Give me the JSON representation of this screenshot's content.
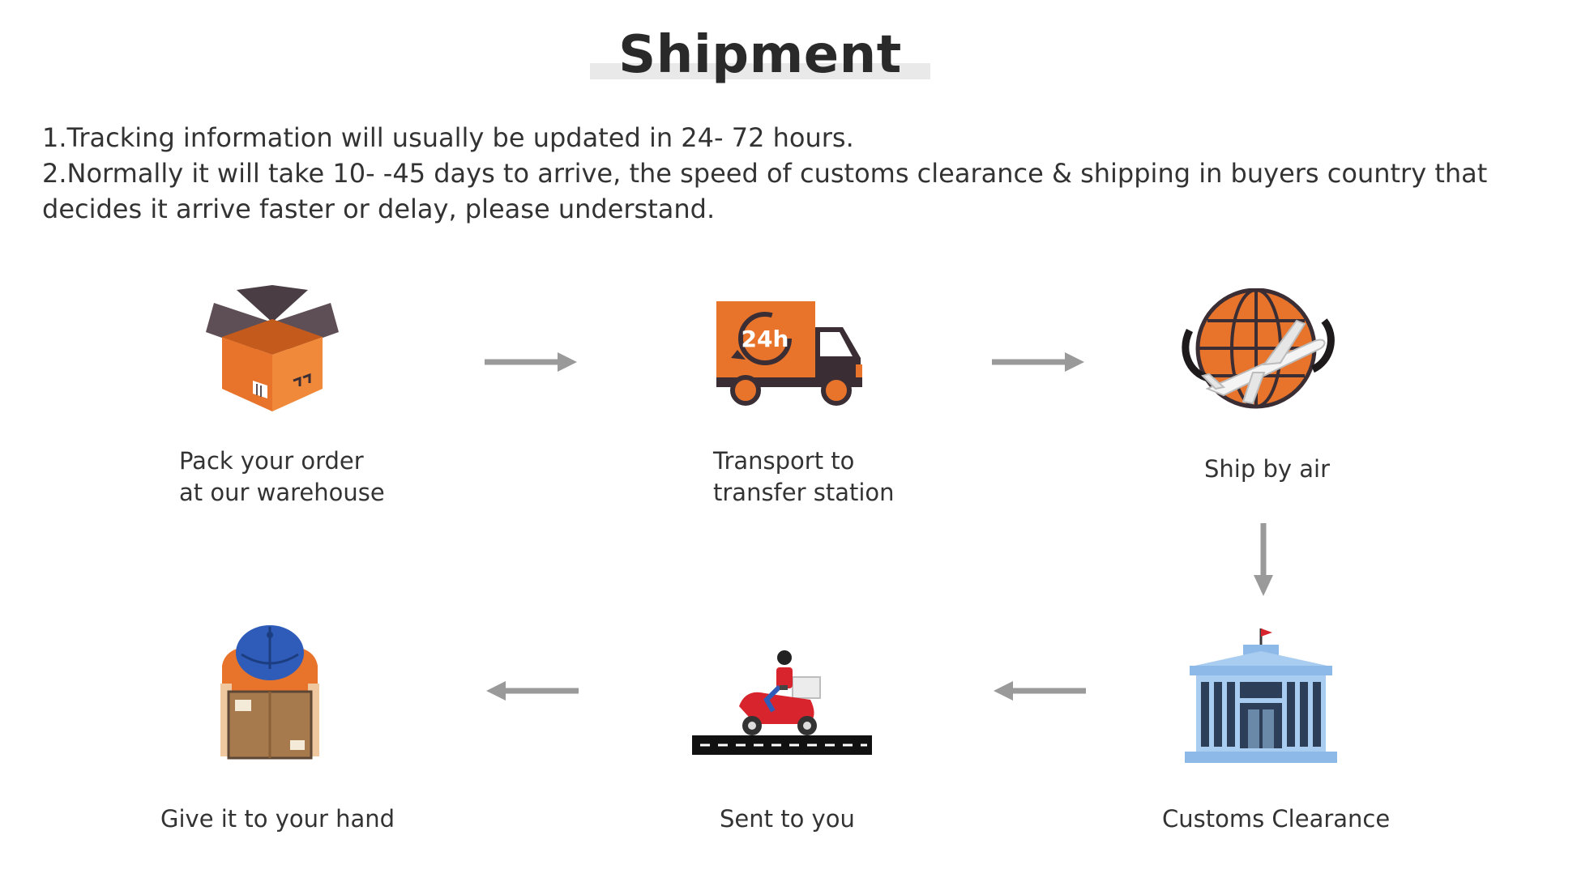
{
  "title": "Shipment",
  "notes": {
    "line1": "1.Tracking information will usually be updated in 24- 72 hours.",
    "line2": "2.Normally it will take 10- -45 days to arrive, the speed of customs clearance & shipping in buyers country that decides it arrive faster or delay, please understand."
  },
  "steps": [
    {
      "line1": "Pack your order",
      "line2": "at our warehouse",
      "icon": "package-box-icon"
    },
    {
      "line1": "Transport to",
      "line2": "transfer station",
      "icon": "delivery-truck-icon",
      "badge": "24h"
    },
    {
      "line1": "Ship by air",
      "icon": "globe-airplane-icon"
    },
    {
      "line1": "Customs Clearance",
      "icon": "customs-building-icon"
    },
    {
      "line1": "Sent to you",
      "icon": "scooter-courier-icon"
    },
    {
      "line1": "Give it to your hand",
      "icon": "courier-holding-box-icon"
    }
  ],
  "colors": {
    "accent_orange": "#e8742c",
    "dark_brown": "#5e4e55",
    "arrow_gray": "#9a9a9a",
    "building_blue": "#8cb9e8",
    "scooter_red": "#d8242c"
  }
}
